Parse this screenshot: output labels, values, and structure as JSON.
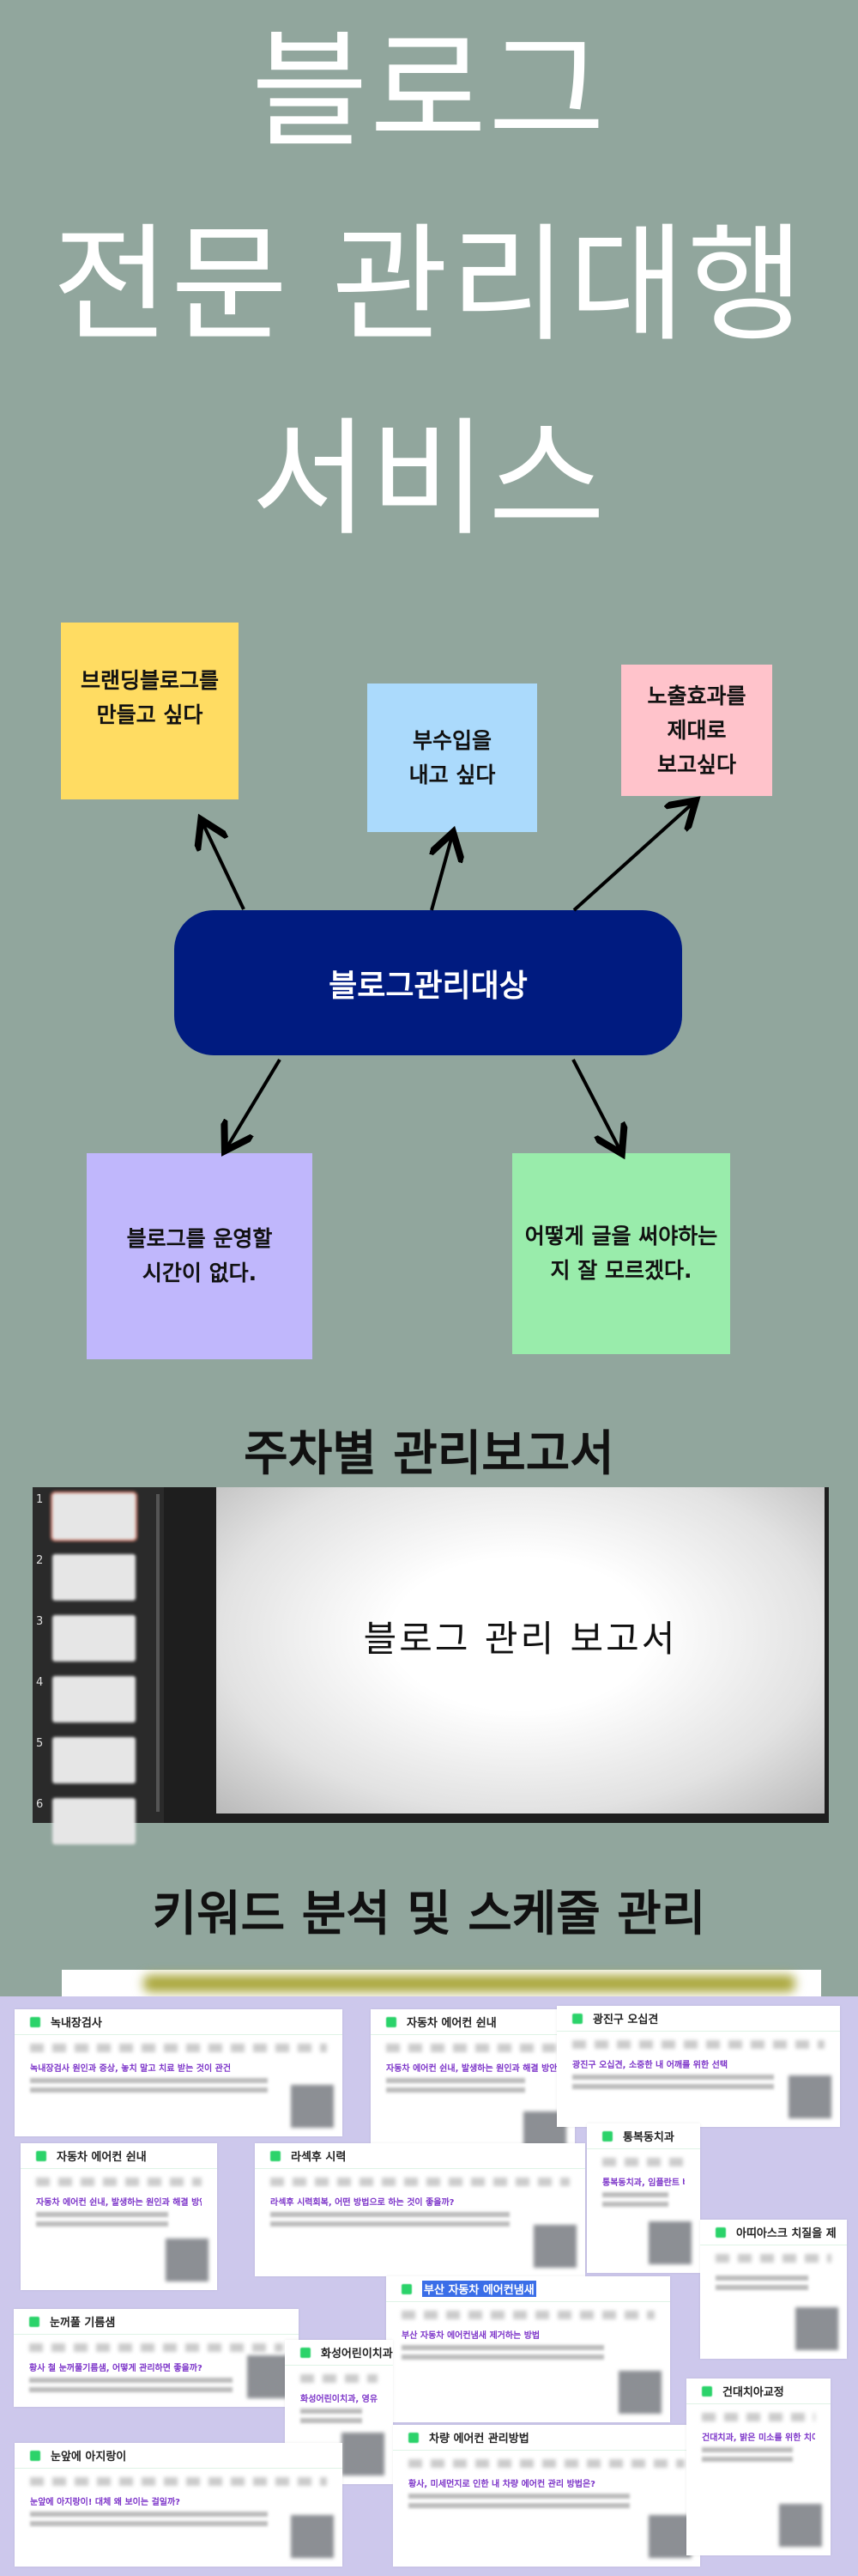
{
  "hero": {
    "lines": [
      "블로그",
      "전문 관리대행",
      "서비스"
    ]
  },
  "diagram": {
    "center": "블로그관리대상",
    "notes": [
      {
        "text": "브랜딩블로그를\n만들고 싶다",
        "color": "#ffdc62"
      },
      {
        "text": "부수입을\n내고 싶다",
        "color": "#abdafc"
      },
      {
        "text": "노출효과를\n제대로\n보고싶다",
        "color": "#ffc3cb"
      },
      {
        "text": "블로그를 운영할\n시간이 없다.",
        "color": "#c0b7fc"
      },
      {
        "text": "어떻게 글을 써야하는\n지 잘 모르겠다.",
        "color": "#99ecab"
      }
    ],
    "center_color": "#001b80"
  },
  "report_section": {
    "heading": "주차별 관리보고서",
    "slide_title": "블로그 관리 보고서",
    "slide_numbers": [
      "1",
      "2",
      "3",
      "4",
      "5",
      "6"
    ]
  },
  "keyword_section": {
    "heading": "키워드 분석 및 스케줄 관리",
    "cards": [
      {
        "keyword": "녹내장검사",
        "result": "녹내장검사 원인과 증상, 놓치 말고 치료 받는 것이 관건"
      },
      {
        "keyword": "자동차 에어컨 쉰내",
        "result": "자동차 에어컨 쉰내, 발생하는 원인과 해결 방안"
      },
      {
        "keyword": "광진구 오십견",
        "result": "광진구 오십견, 소중한 내 어깨를 위한 선택"
      },
      {
        "keyword": "자동차 에어컨 쉰내",
        "result": "자동차 에어컨 쉰내, 발생하는 원인과 해결 방안"
      },
      {
        "keyword": "라섹후 시력",
        "result": "라섹후 시력회복, 어떤 방법으로 하는 것이 좋을까?"
      },
      {
        "keyword": "통복동치과",
        "result": "통복동치과, 임플란트 뼈이식 통증과 식립의 필요성"
      },
      {
        "keyword": "아띠아스크 치질을 제",
        "result": ""
      },
      {
        "keyword": "부산 자동차 에어컨냄새",
        "result": "부산 자동차 에어컨냄새 제거하는 방법",
        "highlight": true
      },
      {
        "keyword": "눈꺼풀 기름샘",
        "result": "황사 철 눈꺼풀기름샘, 어떻게 관리하면 좋을까?"
      },
      {
        "keyword": "화성어린이치과",
        "result": "화성어린이치과, 영유아 구강검진 시기 언제가 적당할까?"
      },
      {
        "keyword": "눈앞에 아지랑이",
        "result": "눈앞에 아지랑이! 대체 왜 보이는 걸일까?"
      },
      {
        "keyword": "차량 에어컨 관리방법",
        "result": "황사, 미세먼지로 인한 내 차량 에어컨 관리 방법은?"
      },
      {
        "keyword": "건대치아교정",
        "result": "건대치과, 밝은 미소를 위한 치아교정"
      }
    ]
  },
  "colors": {
    "background": "#91a69d",
    "collage_bg": "#cdc8ec",
    "naver_green": "#2bd36a"
  }
}
